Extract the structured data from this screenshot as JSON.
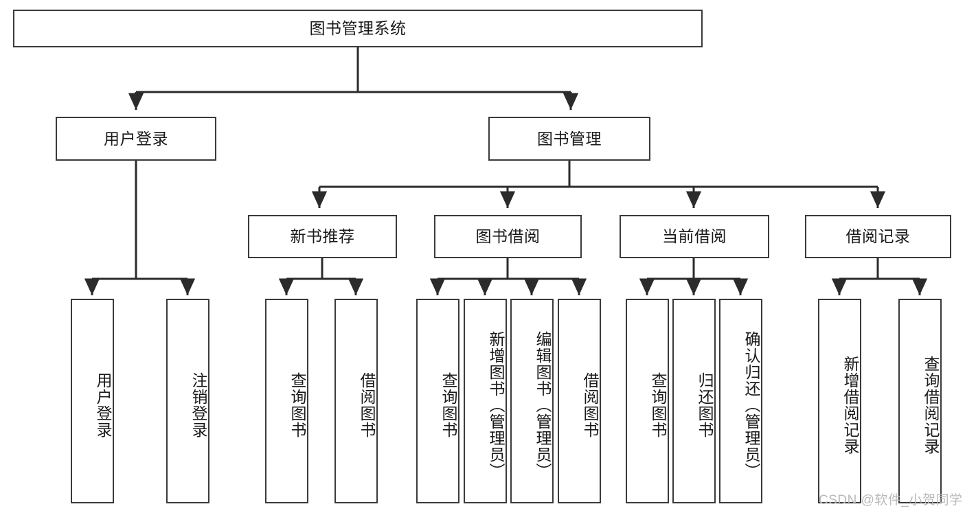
{
  "diagram": {
    "title": "图书管理系统",
    "type": "hierarchy-tree",
    "orientation": "top-down",
    "colors": {
      "box_border": "#3a3a3a",
      "box_fill": "#ffffff",
      "edge": "#2b2b2b",
      "text": "#1a1a1a",
      "watermark": "#b9b9b9"
    },
    "levels": [
      {
        "level": 1,
        "nodes": [
          {
            "id": "root",
            "label": "图书管理系统",
            "orientation": "horizontal"
          }
        ]
      },
      {
        "level": 2,
        "nodes": [
          {
            "id": "login",
            "label": "用户登录",
            "orientation": "horizontal",
            "parent": "root"
          },
          {
            "id": "bookmgmt",
            "label": "图书管理",
            "orientation": "horizontal",
            "parent": "root"
          }
        ]
      },
      {
        "level": 3,
        "nodes": [
          {
            "id": "newbook",
            "label": "新书推荐",
            "orientation": "horizontal",
            "parent": "bookmgmt"
          },
          {
            "id": "borrow",
            "label": "图书借阅",
            "orientation": "horizontal",
            "parent": "bookmgmt"
          },
          {
            "id": "current",
            "label": "当前借阅",
            "orientation": "horizontal",
            "parent": "bookmgmt"
          },
          {
            "id": "records",
            "label": "借阅记录",
            "orientation": "horizontal",
            "parent": "bookmgmt"
          }
        ]
      },
      {
        "level": 4,
        "nodes": [
          {
            "id": "leaf1",
            "label": "用户登录",
            "orientation": "vertical",
            "parent": "login"
          },
          {
            "id": "leaf2",
            "label": "注销登录",
            "orientation": "vertical",
            "parent": "login"
          },
          {
            "id": "leaf3",
            "label": "查询图书",
            "orientation": "vertical",
            "parent": "newbook"
          },
          {
            "id": "leaf4",
            "label": "借阅图书",
            "orientation": "vertical",
            "parent": "newbook"
          },
          {
            "id": "leaf5",
            "label": "查询图书",
            "orientation": "vertical",
            "parent": "borrow"
          },
          {
            "id": "leaf6",
            "label": "新增图书（管理员）",
            "orientation": "vertical",
            "parent": "borrow"
          },
          {
            "id": "leaf7",
            "label": "编辑图书（管理员）",
            "orientation": "vertical",
            "parent": "borrow"
          },
          {
            "id": "leaf8",
            "label": "借阅图书",
            "orientation": "vertical",
            "parent": "borrow"
          },
          {
            "id": "leaf9",
            "label": "查询图书",
            "orientation": "vertical",
            "parent": "current"
          },
          {
            "id": "leaf10",
            "label": "归还图书",
            "orientation": "vertical",
            "parent": "current"
          },
          {
            "id": "leaf11",
            "label": "确认归还（管理员）",
            "orientation": "vertical",
            "parent": "current"
          },
          {
            "id": "leaf12",
            "label": "新增借阅记录",
            "orientation": "vertical",
            "parent": "records"
          },
          {
            "id": "leaf13",
            "label": "查询借阅记录",
            "orientation": "vertical",
            "parent": "records"
          }
        ]
      }
    ]
  },
  "watermark": {
    "text": "CSDN @软件_小贺同学"
  }
}
